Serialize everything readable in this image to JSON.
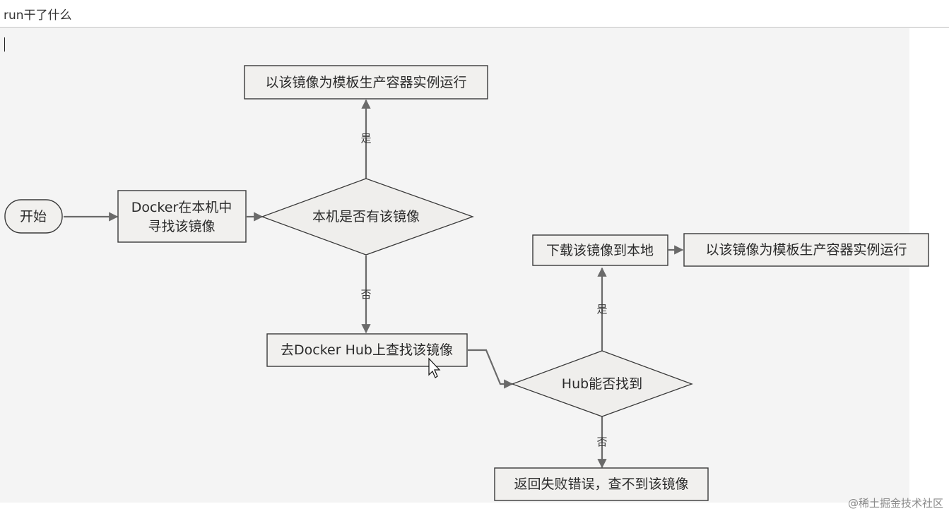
{
  "header": {
    "title": "run干了什么"
  },
  "diagram": {
    "nodes": {
      "start": "开始",
      "search_local_line1": "Docker在本机中",
      "search_local_line2": "寻找该镜像",
      "has_image": "本机是否有该镜像",
      "run_top": "以该镜像为模板生产容器实例运行",
      "search_hub": "去Docker Hub上查找该镜像",
      "hub_found": "Hub能否找到",
      "download": "下载该镜像到本地",
      "run_right": "以该镜像为模板生产容器实例运行",
      "fail": "返回失败错误，查不到该镜像"
    },
    "edges": {
      "yes_top": "是",
      "no_down": "否",
      "yes_right": "是",
      "no_hub": "否"
    }
  },
  "watermark": "@稀土掘金技术社区"
}
